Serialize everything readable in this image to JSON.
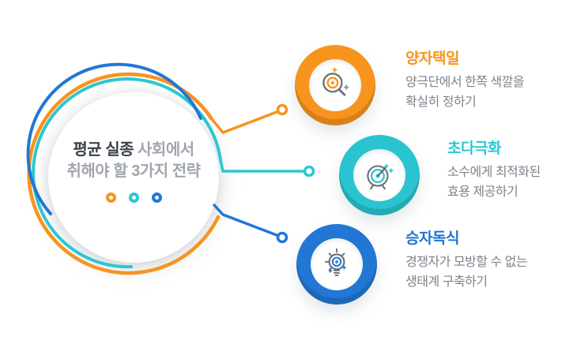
{
  "main_circle": {
    "title_line1_highlight": "평균 실종",
    "title_line1_rest": "사회에서",
    "title_line2": "취해야 할 3가지 전략",
    "dot_colors": [
      "#F7941E",
      "#2BC7D1",
      "#2277D4"
    ]
  },
  "items": [
    {
      "title": "양자택일",
      "description_line1": "양극단에서 한쪽 색깔을",
      "description_line2": "확실히 정하기",
      "color": "#F7941E",
      "icon": "magnifier-icon"
    },
    {
      "title": "초다극화",
      "description_line1": "소수에게 최적화된",
      "description_line2": "효용 제공하기",
      "color": "#2BC7D1",
      "icon": "target-dart-icon"
    },
    {
      "title": "승자독식",
      "description_line1": "경쟁자가 모방할 수 없는",
      "description_line2": "생태계 구축하기",
      "color": "#2277D4",
      "icon": "lightbulb-icon"
    }
  ],
  "colors": {
    "orange": "#F7941E",
    "teal": "#2BC7D1",
    "blue": "#2277D4",
    "heading_dark": "#3B404D",
    "heading_gray": "#A1A6AE",
    "description_gray": "#7E838B",
    "icon_gray": "#6A7076",
    "background": "#FFFFFF"
  }
}
